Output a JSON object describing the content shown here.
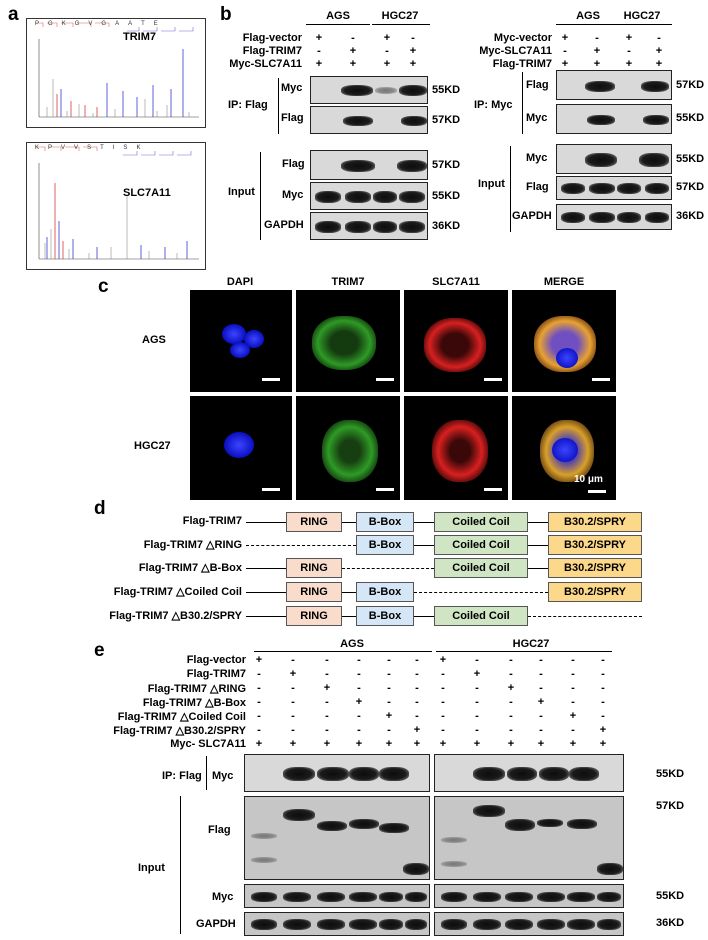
{
  "panels": {
    "a": "a",
    "b": "b",
    "c": "c",
    "d": "d",
    "e": "e"
  },
  "panel_a": {
    "spec1_title": "TRIM7",
    "spec1_seq": [
      "P",
      "G",
      "K",
      "G",
      "V",
      "G",
      "A",
      "A",
      "T",
      "E"
    ],
    "spec2_title": "SLC7A11",
    "spec2_seq": [
      "K",
      "P",
      "V",
      "V",
      "S",
      "T",
      "I",
      "S",
      "K"
    ]
  },
  "panel_b_left": {
    "cell1": "AGS",
    "cell2": "HGC27",
    "rows": [
      {
        "label": "Flag-vector",
        "marks": [
          "+",
          "-",
          "+",
          "-"
        ]
      },
      {
        "label": "Flag-TRIM7",
        "marks": [
          "-",
          "+",
          "-",
          "+"
        ]
      },
      {
        "label": "Myc-SLC7A11",
        "marks": [
          "+",
          "+",
          "+",
          "+"
        ]
      }
    ],
    "ip_label": "IP:  Flag",
    "input_label": "Input",
    "blots": [
      {
        "label": "Myc",
        "size": "55KD"
      },
      {
        "label": "Flag",
        "size": "57KD"
      },
      {
        "label": "Flag",
        "size": "57KD"
      },
      {
        "label": "Myc",
        "size": "55KD"
      },
      {
        "label": "GAPDH",
        "size": "36KD"
      }
    ]
  },
  "panel_b_right": {
    "cell1": "AGS",
    "cell2": "HGC27",
    "rows": [
      {
        "label": "Myc-vector",
        "marks": [
          "+",
          "-",
          "+",
          "-"
        ]
      },
      {
        "label": "Myc-SLC7A11",
        "marks": [
          "-",
          "+",
          "-",
          "+"
        ]
      },
      {
        "label": "Flag-TRIM7",
        "marks": [
          "+",
          "+",
          "+",
          "+"
        ]
      }
    ],
    "ip_label": "IP:  Myc",
    "input_label": "Input",
    "blots": [
      {
        "label": "Flag",
        "size": "57KD"
      },
      {
        "label": "Myc",
        "size": "55KD"
      },
      {
        "label": "Myc",
        "size": "55KD"
      },
      {
        "label": "Flag",
        "size": "57KD"
      },
      {
        "label": "GAPDH",
        "size": "36KD"
      }
    ]
  },
  "panel_c": {
    "columns": [
      "DAPI",
      "TRIM7",
      "SLC7A11",
      "MERGE"
    ],
    "rows": [
      "AGS",
      "HGC27"
    ],
    "scale_text": "10 μm"
  },
  "panel_d": {
    "constructs": [
      "Flag-TRIM7",
      "Flag-TRIM7 △RING",
      "Flag-TRIM7 △B-Box",
      "Flag-TRIM7 △Coiled Coil",
      "Flag-TRIM7 △B30.2/SPRY"
    ],
    "domains": {
      "ring": "RING",
      "bbox": "B-Box",
      "cc": "Coiled Coil",
      "spry": "B30.2/SPRY"
    }
  },
  "panel_e": {
    "cell1": "AGS",
    "cell2": "HGC27",
    "rows": [
      {
        "label": "Flag-vector",
        "marks": [
          "+",
          "-",
          "-",
          "-",
          "-",
          "-"
        ]
      },
      {
        "label": "Flag-TRIM7",
        "marks": [
          "-",
          "+",
          "-",
          "-",
          "-",
          "-"
        ]
      },
      {
        "label": "Flag-TRIM7 △RING",
        "marks": [
          "-",
          "-",
          "+",
          "-",
          "-",
          "-"
        ]
      },
      {
        "label": "Flag-TRIM7 △B-Box",
        "marks": [
          "-",
          "-",
          "-",
          "+",
          "-",
          "-"
        ]
      },
      {
        "label": "Flag-TRIM7 △Coiled Coil",
        "marks": [
          "-",
          "-",
          "-",
          "-",
          "+",
          "-"
        ]
      },
      {
        "label": "Flag-TRIM7 △B30.2/SPRY",
        "marks": [
          "-",
          "-",
          "-",
          "-",
          "-",
          "+"
        ]
      },
      {
        "label": "Myc- SLC7A11",
        "marks": [
          "+",
          "+",
          "+",
          "+",
          "+",
          "+"
        ]
      }
    ],
    "ip_label": "IP: Flag",
    "input_label": "Input",
    "blot_labels": {
      "myc_ip": "Myc",
      "flag": "Flag",
      "myc": "Myc",
      "gapdh": "GAPDH"
    },
    "sizes": {
      "myc_ip": "55KD",
      "flag": "57KD",
      "myc": "55KD",
      "gapdh": "36KD"
    }
  }
}
